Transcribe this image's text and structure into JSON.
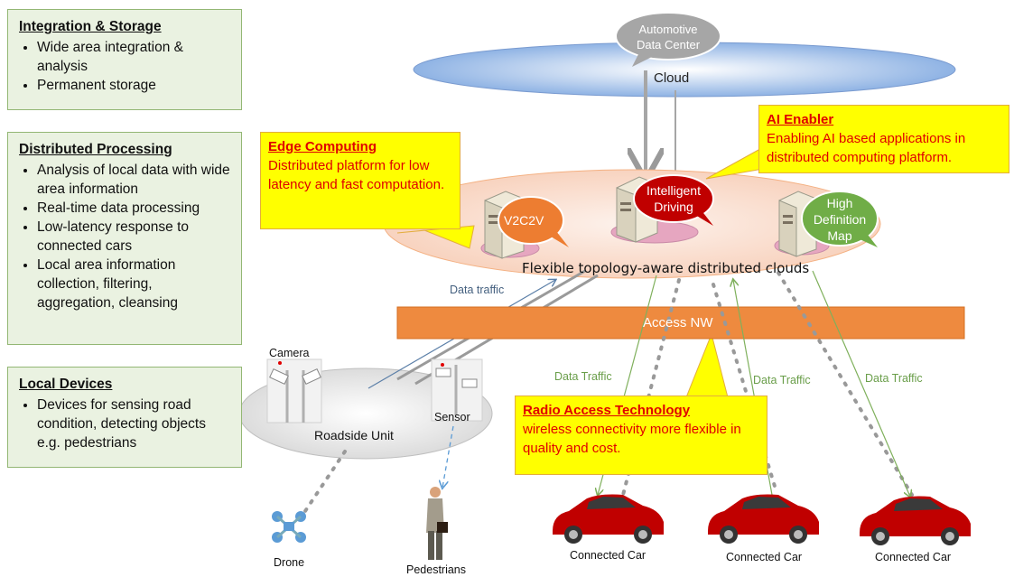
{
  "info_boxes": [
    {
      "title": "Integration & Storage",
      "items": [
        "Wide area integration & analysis",
        "Permanent storage"
      ]
    },
    {
      "title": "Distributed Processing",
      "items": [
        "Analysis of local data with wide area information",
        "Real-time data processing",
        "Low-latency response to connected cars",
        "Local area information collection, filtering, aggregation, cleansing"
      ]
    },
    {
      "title": "Local Devices",
      "items": [
        "Devices for sensing road condition, detecting objects e.g. pedestrians"
      ]
    }
  ],
  "cloud": {
    "label": "Cloud",
    "data_center": "Automotive Data Center"
  },
  "callouts": {
    "ai": {
      "title": "AI Enabler",
      "body": "Enabling AI based applications in distributed computing platform."
    },
    "edge": {
      "title": "Edge Computing",
      "body": "Distributed platform for low latency and fast computation."
    },
    "radio": {
      "title": "Radio Access Technology",
      "body": "wireless connectivity more flexible in quality and cost."
    }
  },
  "edge_nodes": {
    "v2c2v": "V2C2V",
    "intelligent": "Intelligent Driving",
    "hd_map": "High Definition Map"
  },
  "clouds_label": "Flexible topology-aware distributed clouds",
  "access_nw": "Access NW",
  "traffic_labels": {
    "data_traffic_1": "Data traffic",
    "data_traffic_2": "Data Traffic",
    "data_traffic_3": "Data Traffic",
    "data_traffic_4": "Data Traffic"
  },
  "devices": {
    "camera": "Camera",
    "sensor": "Sensor",
    "roadside_unit": "Roadside Unit",
    "drone": "Drone",
    "pedestrians": "Pedestrians"
  },
  "cars": [
    "Connected Car",
    "Connected Car",
    "Connected Car"
  ],
  "colors": {
    "box_fill": "#eaf2e1",
    "callout_fill": "#ffff00",
    "callout_text": "#e00000",
    "access_nw": "#ee8a3f",
    "cloud_blue": "#9fbfe8",
    "edge_fill": "#fbe3d6",
    "green_line": "#7fb05c"
  }
}
